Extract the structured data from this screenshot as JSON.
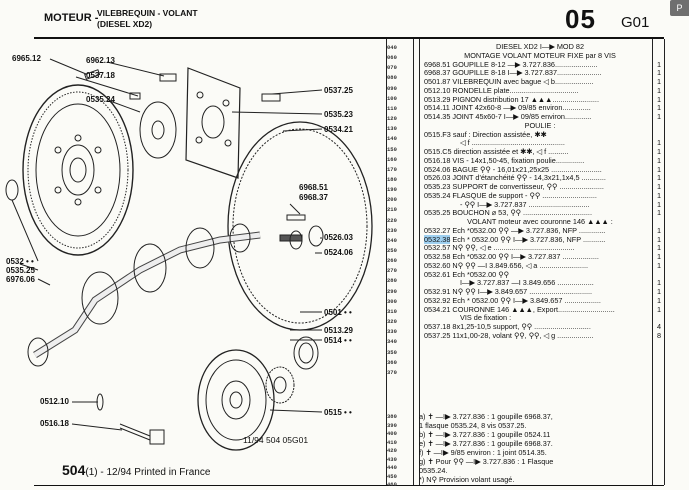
{
  "header": {
    "section": "MOTEUR -",
    "subtitle1": "VILEBREQUIN - VOLANT",
    "subtitle2": "(DIESEL XD2)",
    "page_number": "05",
    "page_code": "G01",
    "tab_label": "P"
  },
  "footer": {
    "page": "504",
    "text": "(1) - 12/94 Printed in France",
    "ref_code": "11/94 504 05G01"
  },
  "labels": {
    "l6965_12": "6965.12",
    "l6962_13": "6962.13",
    "l0537_18": "0537.18",
    "l0535_24": "0535.24",
    "l0537_25": "0537.25",
    "l0535_23": "0535.23",
    "l0534_21": "0534.21",
    "l6968_51": "6968.51",
    "l6968_37": "6968.37",
    "l0526_03": "0526.03",
    "l0524_06": "0524.06",
    "l0532": "0532 • •",
    "l0535_25": "0535.25",
    "l6976_06": "6976.06",
    "l0501": "0501 • •",
    "l0513_29": "0513.29",
    "l0514": "0514 • •",
    "l0512_10": "0512.10",
    "l0516_18": "0516.18",
    "l0515": "0515 • •"
  },
  "row_codes": [
    "040",
    "060",
    "070",
    "080",
    "090",
    "100",
    "110",
    "120",
    "130",
    "140",
    "150",
    "160",
    "170",
    "180",
    "190",
    "200",
    "210",
    "220",
    "230",
    "240",
    "250",
    "260",
    "270",
    "280",
    "290",
    "300",
    "310",
    "320",
    "330",
    "340",
    "350",
    "360",
    "370"
  ],
  "rows": [
    {
      "ref": "",
      "text": "DIESEL XD2 I—▶ MOD 82",
      "q": "",
      "center": true
    },
    {
      "ref": "",
      "text": "MONTAGE VOLANT MOTEUR FIXE par 8 VIS",
      "q": "",
      "center": true
    },
    {
      "ref": "6968.51",
      "text": "GOUPILLE 8-12 —▶ 3.727.836.....................",
      "q": "1"
    },
    {
      "ref": "6968.37",
      "text": "GOUPILLE 8-18 I—▶ 3.727.837......................",
      "q": "1"
    },
    {
      "ref": "0501.87",
      "text": "VILEBREQUIN avec bague ◁ b...................",
      "q": "1"
    },
    {
      "ref": "0512.10",
      "text": "RONDELLE plate..................................",
      "q": "1"
    },
    {
      "ref": "0513.29",
      "text": "PIGNON distribution 17 ▲▲▲.......................",
      "q": "1"
    },
    {
      "ref": "0514.11",
      "text": "JOINT 42x60-8 —▶ 09/85 environ..............",
      "q": "1"
    },
    {
      "ref": "0514.35",
      "text": "JOINT 45x60-7 I—▶ 09/85 environ.............",
      "q": "1"
    },
    {
      "ref": "",
      "text": "POULIE :",
      "q": "",
      "center": true
    },
    {
      "ref": "0515.F3",
      "text": "sauf : Direction assistée, ✱✱",
      "q": ""
    },
    {
      "ref": "",
      "text": "◁ f ..............................................",
      "q": "1"
    },
    {
      "ref": "0515.C5",
      "text": "direction assistée et ✱✱, ◁ f ..........",
      "q": "1"
    },
    {
      "ref": "0516.18",
      "text": "VIS - 14x1,50-45, fixation poulie..............",
      "q": "1"
    },
    {
      "ref": "0524.06",
      "text": "BAGUE ⚲⚲ - 16,01x21,25x25 .........................",
      "q": "1"
    },
    {
      "ref": "0526.03",
      "text": "JOINT d'étanchéité ⚲⚲ - 14,3x21,1x4,5 ............",
      "q": "1"
    },
    {
      "ref": "0535.23",
      "text": "SUPPORT de convertisseur, ⚲⚲ ......................",
      "q": "1"
    },
    {
      "ref": "0535.24",
      "text": "FLASQUE de support - ⚲⚲ ...........................",
      "q": "1"
    },
    {
      "ref": "",
      "text": "- ⚲⚲ I—▶ 3.727.837 ..............................",
      "q": "1"
    },
    {
      "ref": "0535.25",
      "text": "BOUCHON ⌀ 53, ⚲⚲ ..................................",
      "q": "1"
    },
    {
      "ref": "",
      "text": "VOLANT moteur avec couronne 146 ▲▲▲ :",
      "q": "",
      "center": true
    },
    {
      "ref": "0532.27",
      "text": "Ech *0532.00 ⚲⚲ —▶ 3.727.836, NFP .............",
      "q": "1"
    },
    {
      "ref": "0532.38",
      "text": "Ech * 0532.00 ⚲⚲ I—▶ 3.727.836, NFP ...........",
      "q": "1",
      "hl": true
    },
    {
      "ref": "0532.57",
      "text": "N⚲ ⚲⚲, ◁ e ........................................",
      "q": "1"
    },
    {
      "ref": "0532.58",
      "text": "Ech *0532.00 ⚲⚲ I—▶ 3.727.837 ..................",
      "q": "1"
    },
    {
      "ref": "0532.60",
      "text": "N⚲ ⚲⚲ —I 3.849.656, ◁ a ........................",
      "q": "1"
    },
    {
      "ref": "0532.61",
      "text": "Ech *0532.00 ⚲⚲",
      "q": ""
    },
    {
      "ref": "",
      "text": "I—▶ 3.727.837 —I 3.849.656 ..................",
      "q": "1"
    },
    {
      "ref": "0532.91",
      "text": "N⚲ ⚲⚲ I—▶ 3.849.657 ...............................",
      "q": "1"
    },
    {
      "ref": "0532.92",
      "text": "Ech * 0532.00 ⚲⚲ I—▶ 3.849.657 ..................",
      "q": "1"
    },
    {
      "ref": "0534.21",
      "text": "COURONNE 146 ▲▲▲, Export............................",
      "q": "1"
    },
    {
      "ref": "",
      "text": "VIS de fixation :",
      "q": ""
    },
    {
      "ref": "0537.18",
      "text": "8x1,25-10,5 support, ⚲⚲ ............................",
      "q": "4"
    },
    {
      "ref": "0537.25",
      "text": "11x1,00-28, volant ⚲⚲, ⚲⚲, ◁ g ..................",
      "q": "8"
    }
  ],
  "note_codes": [
    "380",
    "390",
    "400",
    "410",
    "420",
    "430",
    "440",
    "450",
    "460"
  ],
  "notes": [
    "a)  ✝ —I▶ 3.727.836 : 1 goupille 6968.37,",
    "     1 flasque 0535.24, 8 vis 0537.25.",
    "b)  ✝ —I▶ 3.727.836 : 1 goupille 0524.11",
    "e)  ✝ —I▶ 3.727.836 : 1 goupille 6968.37.",
    "f)  ✝ —I▶ 9/85 environ : 1 joint 0514.35.",
    "g)  ✝ Pour ⚲⚲ —I▶ 3.727.836 : 1 Flasque",
    "     0535.24.",
    "*)  N⚲ Provision volant usagé."
  ]
}
